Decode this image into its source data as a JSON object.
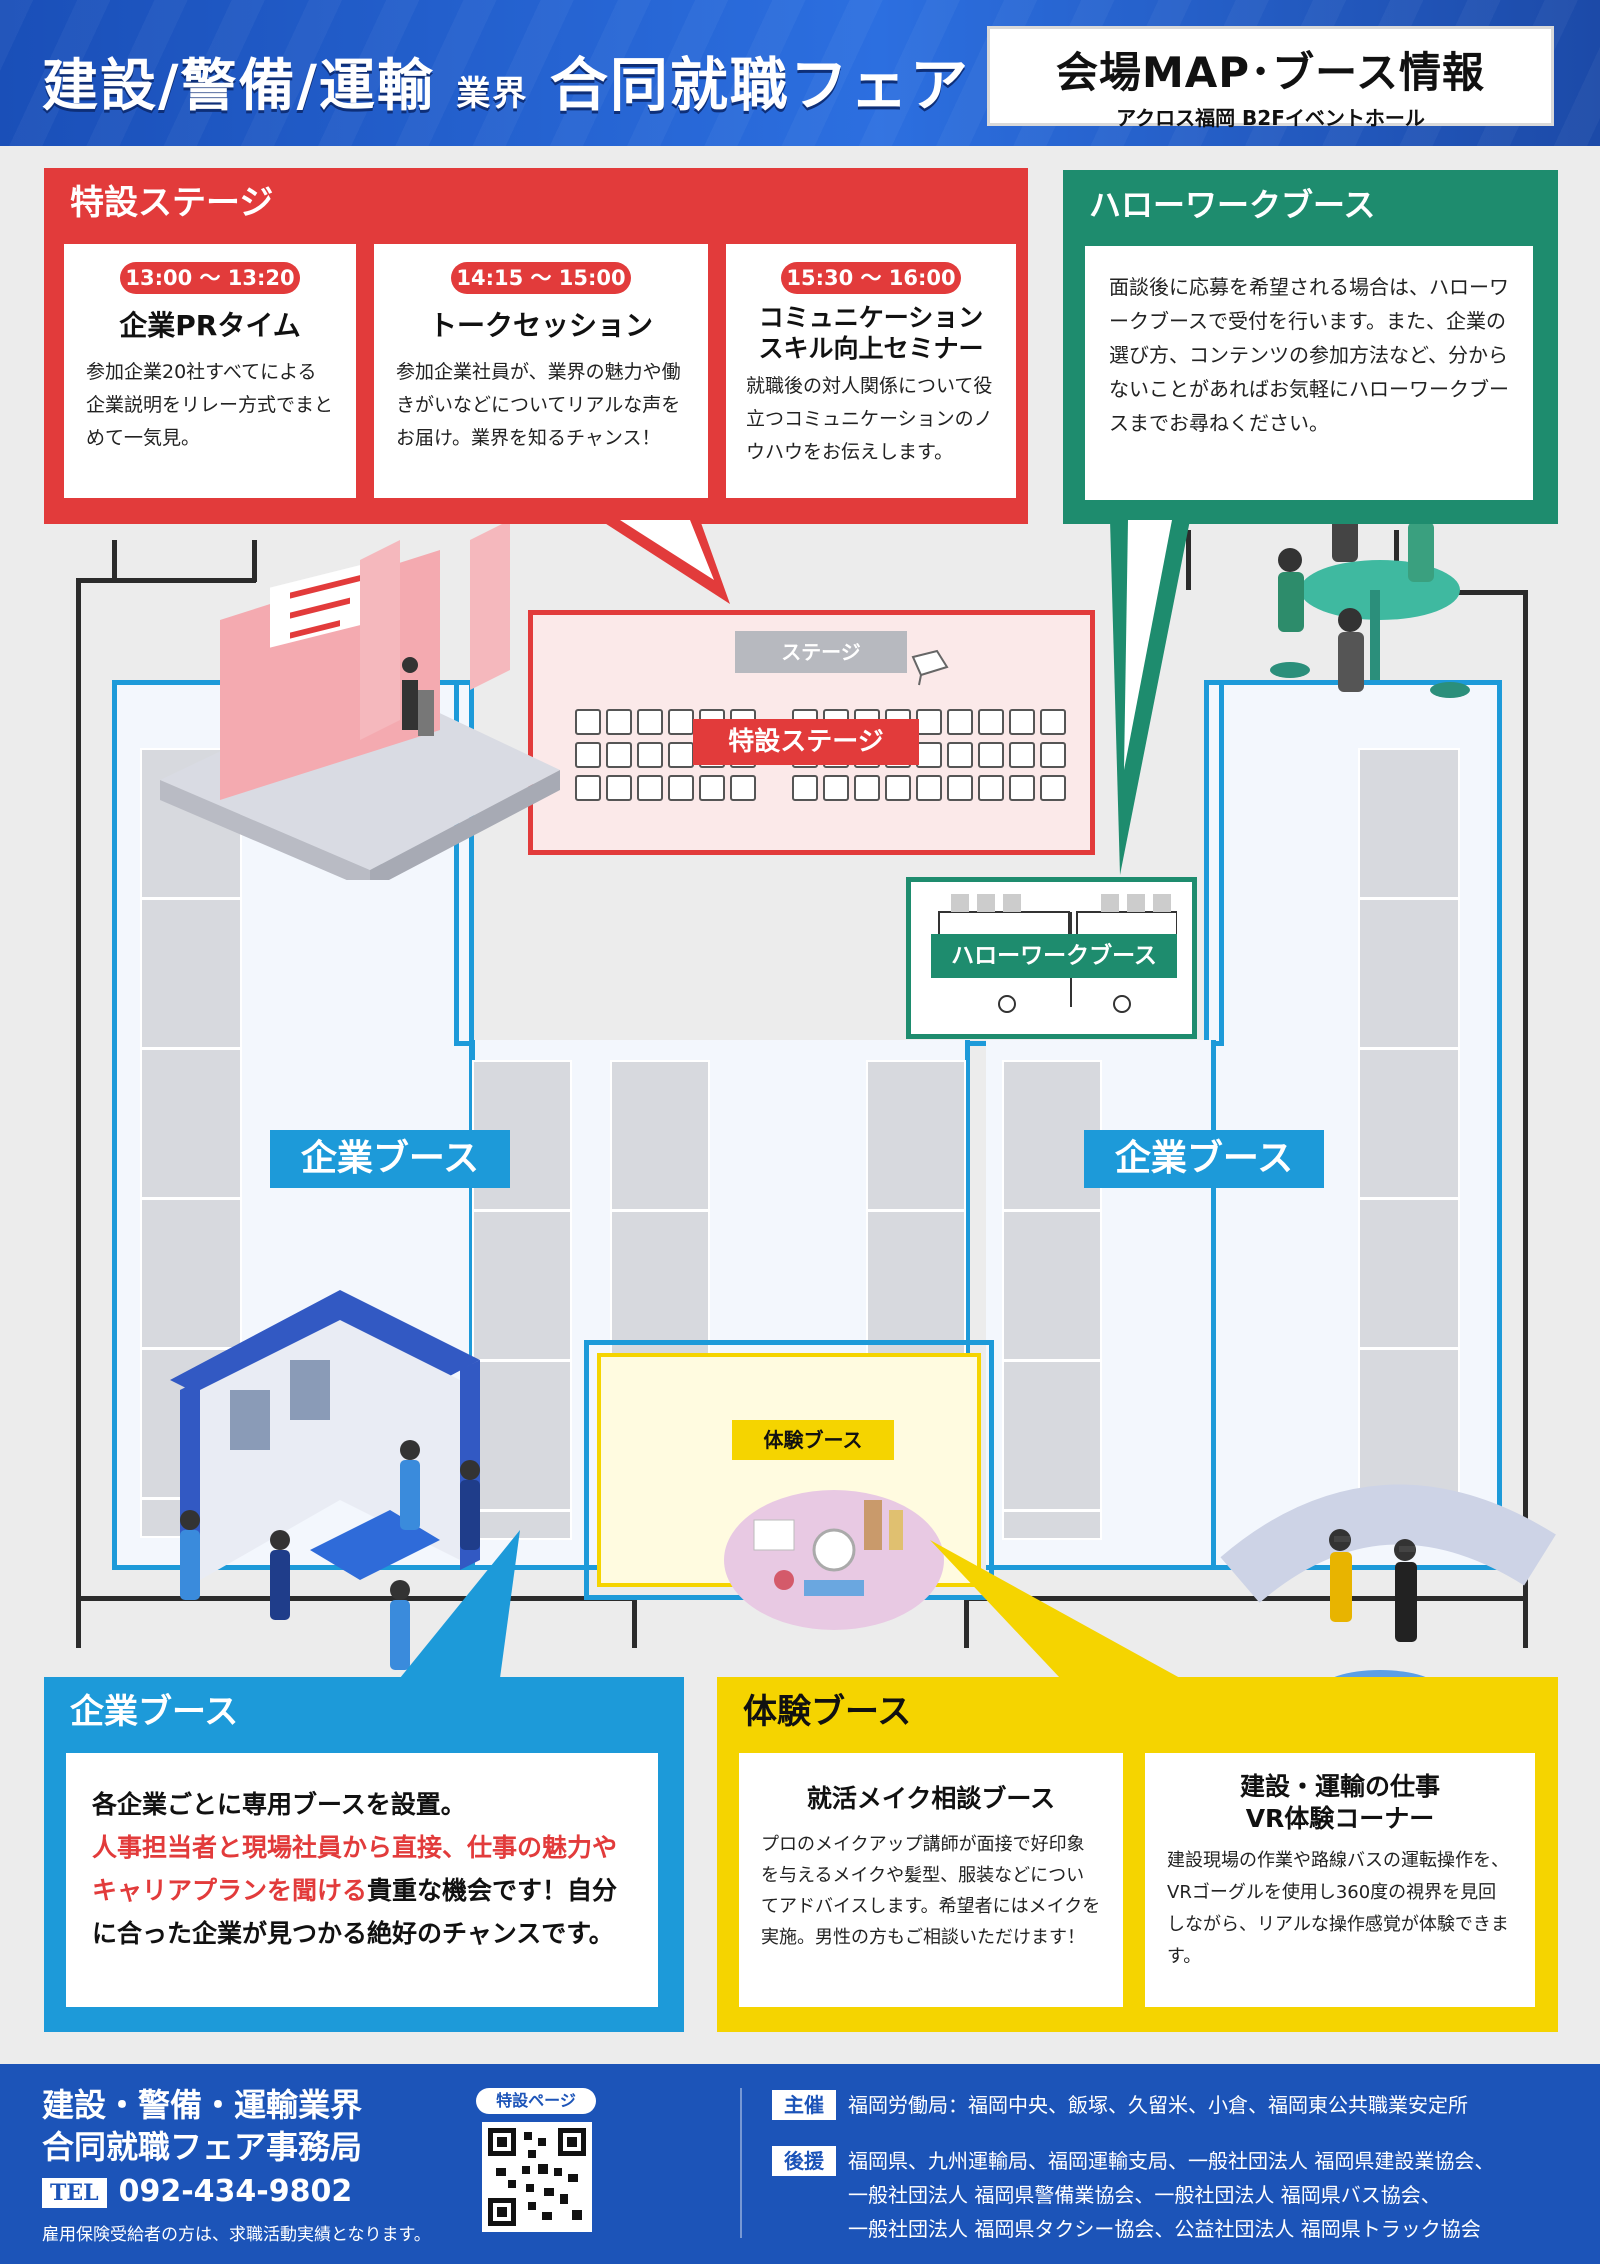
{
  "header": {
    "title_main": "建設/警備/運輸",
    "title_industry": "業界",
    "title_fair": "合同就職フェア",
    "right_title": "会場MAP･ブース情報",
    "right_subtitle": "アクロス福岡 B2Fイベントホール"
  },
  "map": {
    "stage_box_label": "ステージ",
    "stage_tag": "特設ステージ",
    "hellowork_tag": "ハローワークブース",
    "company_booth_left": "企業ブース",
    "company_booth_right": "企業ブース",
    "experience_tag": "体験ブース"
  },
  "special_stage": {
    "tab": "特設ステージ",
    "sessions": [
      {
        "time": "13:00 ～ 13:20",
        "title": "企業PRタイム",
        "body": "参加企業20社すべてによる企業説明をリレー方式でまとめて一気見。"
      },
      {
        "time": "14:15 ～ 15:00",
        "title": "トークセッション",
        "body": "参加企業社員が、業界の魅力や働きがいなどについてリアルな声をお届け。業界を知るチャンス！"
      },
      {
        "time": "15:30 ～ 16:00",
        "title": "コミュニケーション\nスキル向上セミナー",
        "body": "就職後の対人関係について役立つコミュニケーションのノウハウをお伝えします。"
      }
    ]
  },
  "hellowork": {
    "tab": "ハローワークブース",
    "body": "面談後に応募を希望される場合は、ハローワークブースで受付を行います。また、企業の選び方、コンテンツの参加方法など、分からないことがあればお気軽にハローワークブースまでお尋ねください。"
  },
  "company_booth": {
    "tab": "企業ブース",
    "line1": "各企業ごとに専用ブースを設置。",
    "highlight": "人事担当者と現場社員から直接、仕事の魅力やキャリアプランを聞ける",
    "line2": "貴重な機会です！自分に合った企業が見つかる絶好のチャンスです。"
  },
  "experience_booth": {
    "tab": "体験ブース",
    "cards": [
      {
        "title": "就活メイク相談ブース",
        "body": "プロのメイクアップ講師が面接で好印象を与えるメイクや髪型、服装などについてアドバイスします。希望者にはメイクを実施。男性の方もご相談いただけます！"
      },
      {
        "title": "建設・運輸の仕事\nVR体験コーナー",
        "body": "建設現場の作業や路線バスの運転操作を、VRゴーグルを使用し360度の視界を見回しながら、リアルな操作感覚が体験できます。"
      }
    ]
  },
  "footer": {
    "office_line1": "建設・警備・運輸業界",
    "office_line2": "合同就職フェア事務局",
    "tel_tag": "TEL",
    "tel": "092-434-9802",
    "note": "雇用保険受給者の方は、求職活動実績となります。",
    "qr_label": "特設ページ",
    "organizer_tag": "主催",
    "organizer": "福岡労働局：福岡中央、飯塚、久留米、小倉、福岡東公共職業安定所",
    "support_tag": "後援",
    "support_lines": [
      "福岡県、九州運輸局、福岡運輸支局、一般社団法人 福岡県建設業協会、",
      "一般社団法人 福岡県警備業協会、一般社団法人 福岡県バス協会、",
      "一般社団法人 福岡県タクシー協会、公益社団法人 福岡県トラック協会"
    ]
  },
  "colors": {
    "red": "#e23b3b",
    "green": "#1e8c6e",
    "blue": "#1d9ad9",
    "yellow": "#f5d400",
    "navy": "#1c54b8"
  }
}
